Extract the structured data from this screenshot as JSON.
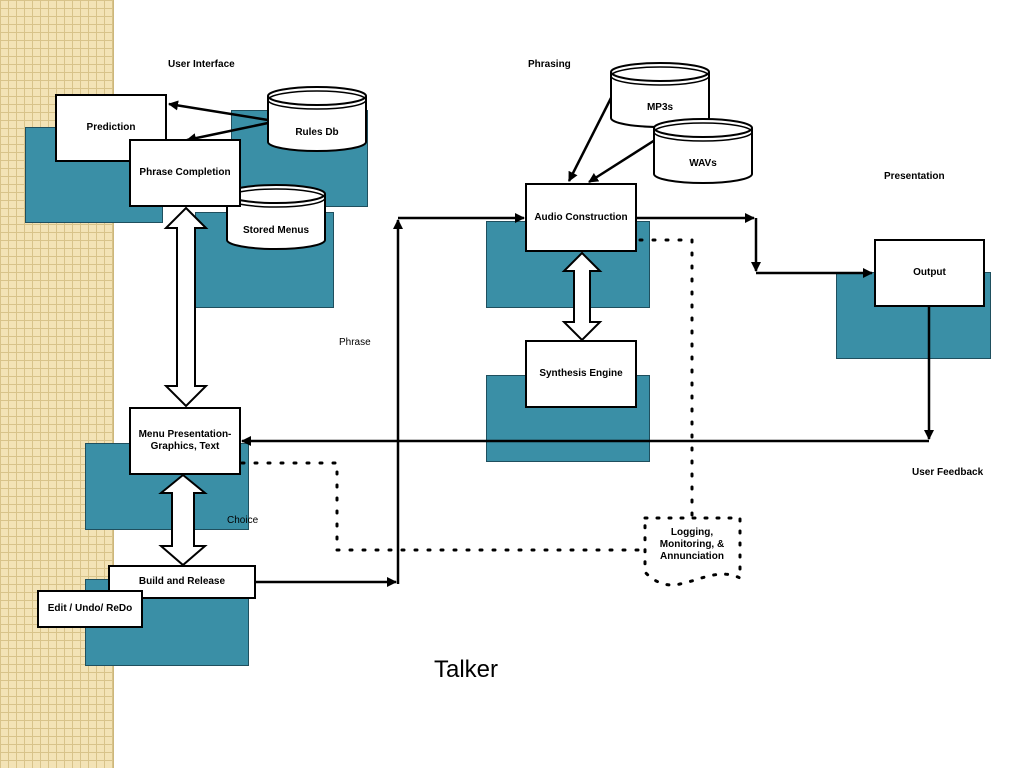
{
  "diagram": {
    "title": "Talker",
    "section_labels": {
      "user_interface": "User Interface",
      "phrasing": "Phrasing",
      "presentation": "Presentation",
      "user_feedback": "User Feedback",
      "phrase": "Phrase",
      "choice": "Choice"
    },
    "boxes": {
      "prediction": "Prediction",
      "phrase_completion": "Phrase Completion",
      "menu_presentation": "Menu Presentation-Graphics, Text",
      "build_release": "Build and Release",
      "edit_undo_redo": "Edit / Undo/ ReDo",
      "audio_construction": "Audio Construction",
      "synthesis_engine": "Synthesis Engine",
      "output": "Output",
      "logging": "Logging, Monitoring, & Annunciation"
    },
    "databases": {
      "rules_db": "Rules Db",
      "stored_menus": "Stored Menus",
      "mp3s": "MP3s",
      "wavs": "WAVs"
    },
    "colors": {
      "shadow_fill": "#3a8fa6",
      "strip_fill": "#f3e3b6"
    }
  }
}
